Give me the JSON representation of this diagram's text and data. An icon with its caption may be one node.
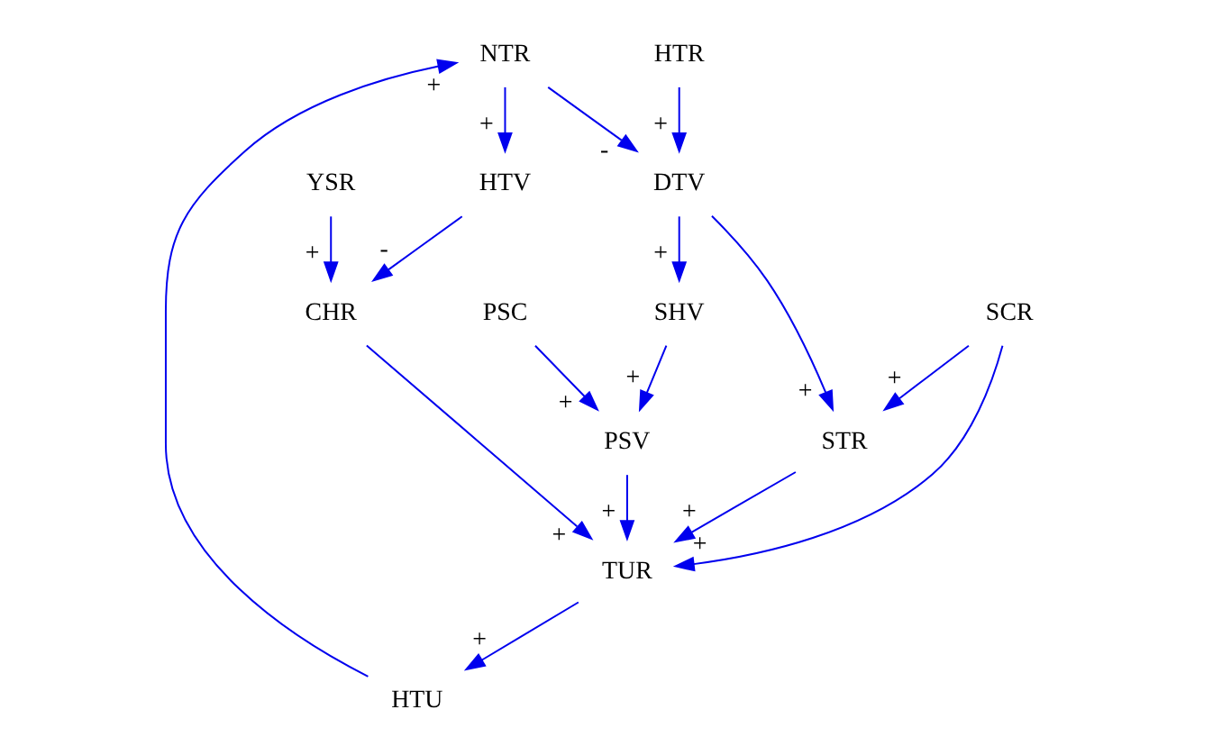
{
  "diagram": {
    "nodes": [
      {
        "text": [
          "NTR"
        ]
      },
      {
        "text": [
          "HTV"
        ]
      },
      {
        "text": [
          "DTV"
        ]
      },
      {
        "text": [
          "HTU"
        ]
      },
      {
        "text": [
          "HTR"
        ]
      },
      {
        "text": [
          "SHV"
        ]
      },
      {
        "text": [
          "CHR"
        ]
      },
      {
        "text": [
          "TUR"
        ]
      },
      {
        "text": [
          "PSV"
        ]
      },
      {
        "text": [
          "PSC"
        ]
      },
      {
        "text": [
          "STR"
        ]
      },
      {
        "text": [
          "YSR"
        ]
      },
      {
        "text": [
          "SCR"
        ]
      }
    ],
    "edges": [
      {
        "from": 0,
        "to": 1,
        "arrow": "to",
        "label": "+"
      },
      {
        "from": 0,
        "to": 2,
        "arrow": "to",
        "label": "-"
      },
      {
        "from": 3,
        "to": 0,
        "arrow": "to",
        "label": "+"
      },
      {
        "from": 1,
        "to": 6,
        "arrow": "to",
        "label": "-"
      },
      {
        "from": 4,
        "to": 2,
        "arrow": "to",
        "label": "+"
      },
      {
        "from": 2,
        "to": 5,
        "arrow": "to",
        "label": "+"
      },
      {
        "from": 2,
        "to": 10,
        "arrow": "to",
        "label": "+"
      },
      {
        "from": 5,
        "to": 8,
        "arrow": "to",
        "label": "+"
      },
      {
        "from": 7,
        "to": 3,
        "arrow": "to",
        "label": "+"
      },
      {
        "from": 6,
        "to": 7,
        "arrow": "to",
        "label": "+"
      },
      {
        "from": 8,
        "to": 7,
        "arrow": "to",
        "label": "+"
      },
      {
        "from": 9,
        "to": 8,
        "arrow": "to",
        "label": "+"
      },
      {
        "from": 11,
        "to": 6,
        "arrow": "to",
        "label": "+"
      },
      {
        "from": 12,
        "to": 7,
        "arrow": "to",
        "label": "+"
      },
      {
        "from": 10,
        "to": 7,
        "arrow": "to",
        "label": "+"
      },
      {
        "from": 12,
        "to": 10,
        "arrow": "to",
        "label": "+"
      }
    ]
  }
}
